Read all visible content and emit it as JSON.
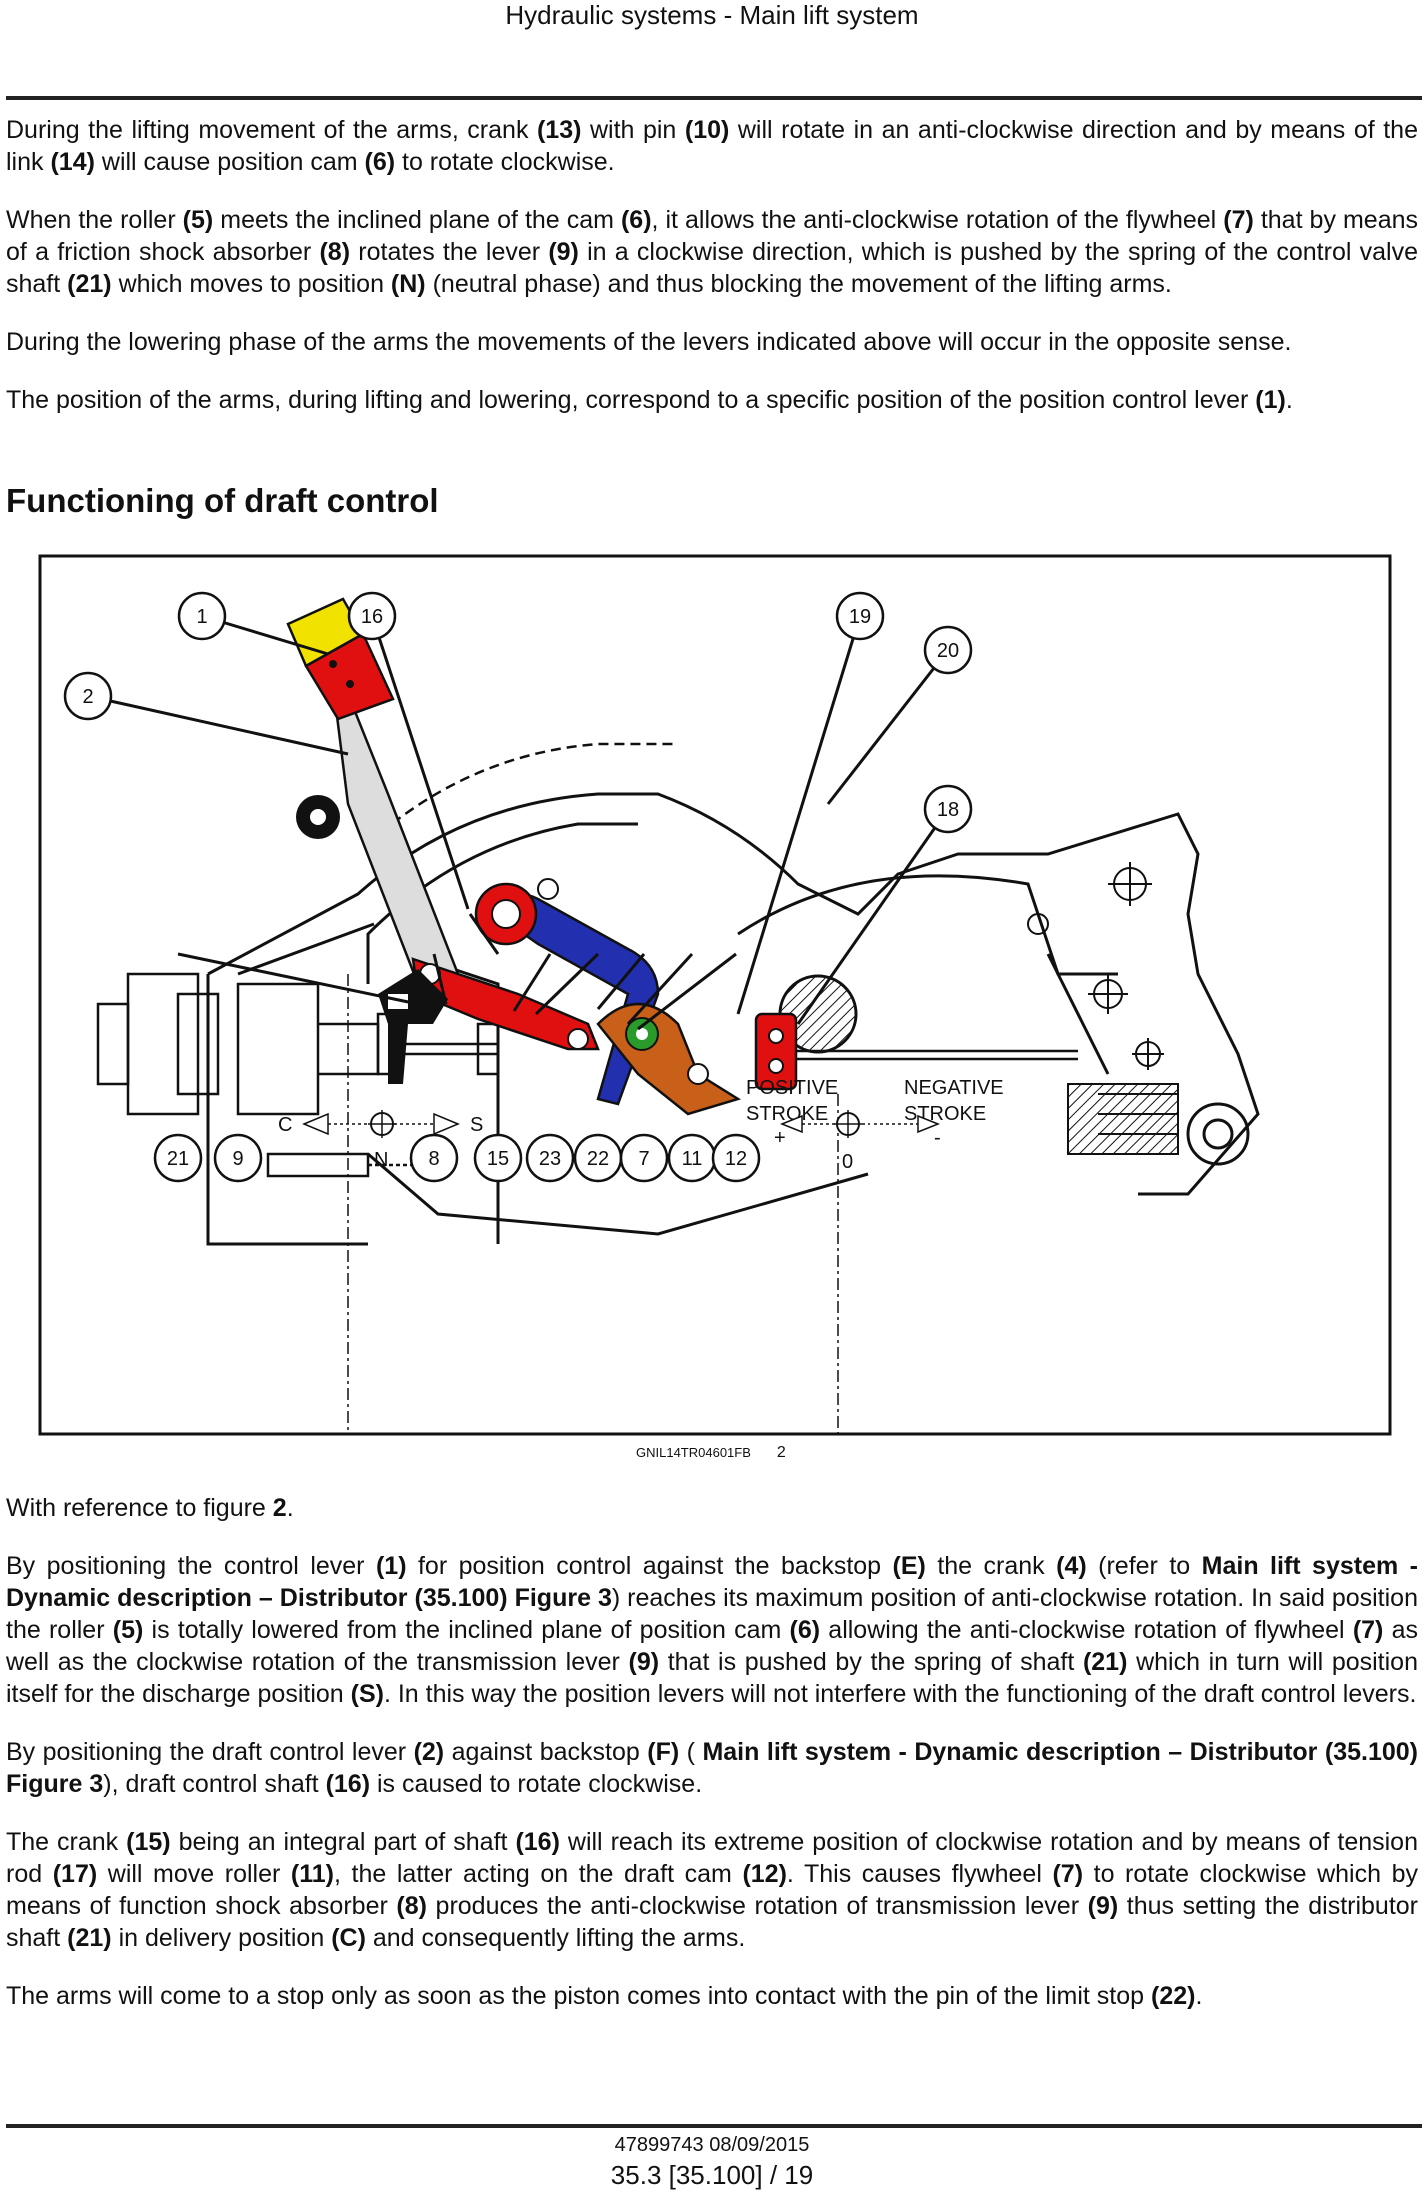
{
  "header": {
    "title": "Hydraulic systems - Main lift system"
  },
  "intro": {
    "p1": [
      {
        "t": "During the lifting movement of the arms, crank "
      },
      {
        "b": "(13)"
      },
      {
        "t": " with pin "
      },
      {
        "b": "(10)"
      },
      {
        "t": " will rotate in an anti-clockwise direction and by means of the link "
      },
      {
        "b": "(14)"
      },
      {
        "t": " will cause position cam "
      },
      {
        "b": "(6)"
      },
      {
        "t": " to rotate clockwise."
      }
    ],
    "p2": [
      {
        "t": "When the roller "
      },
      {
        "b": "(5)"
      },
      {
        "t": " meets the inclined plane of the cam "
      },
      {
        "b": "(6)"
      },
      {
        "t": ", it allows the anti-clockwise rotation of the flywheel "
      },
      {
        "b": "(7)"
      },
      {
        "t": " that by means of a friction shock absorber "
      },
      {
        "b": "(8)"
      },
      {
        "t": " rotates the lever "
      },
      {
        "b": "(9)"
      },
      {
        "t": " in a clockwise direction, which is pushed by the spring of the control valve shaft "
      },
      {
        "b": "(21)"
      },
      {
        "t": " which moves to position "
      },
      {
        "b": "(N)"
      },
      {
        "t": " (neutral phase) and thus blocking the movement of the lifting arms."
      }
    ],
    "p3": [
      {
        "t": "During the lowering phase of the arms the movements of the levers indicated above will occur in the opposite sense."
      }
    ],
    "p4": [
      {
        "t": "The position of the arms, during lifting and lowering, correspond to a specific position of the position control lever "
      },
      {
        "b": "(1)"
      },
      {
        "t": "."
      }
    ]
  },
  "section": {
    "title": "Functioning of draft control"
  },
  "figure": {
    "callouts": [
      "1",
      "16",
      "19",
      "20",
      "2",
      "18",
      "21",
      "9",
      "8",
      "15",
      "23",
      "22",
      "7",
      "11",
      "12"
    ],
    "left_scale": {
      "c": "C",
      "s": "S",
      "n": "N"
    },
    "right_scale": {
      "positive": "POSITIVE",
      "negative": "NEGATIVE",
      "stroke": "STROKE",
      "plus": "+",
      "minus": "-",
      "zero": "0"
    },
    "code": "GNIL14TR04601FB",
    "number": "2"
  },
  "body": {
    "p1": [
      {
        "t": "With reference to figure "
      },
      {
        "b": "2"
      },
      {
        "t": "."
      }
    ],
    "p2": [
      {
        "t": "By positioning the control lever "
      },
      {
        "b": "(1)"
      },
      {
        "t": " for position control against the backstop "
      },
      {
        "b": "(E)"
      },
      {
        "t": " the crank "
      },
      {
        "b": "(4)"
      },
      {
        "t": " (refer to "
      },
      {
        "b": "Main lift system - Dynamic description – Distributor (35.100) Figure 3"
      },
      {
        "t": ") reaches its maximum position of anti-clockwise rotation. In said position the roller "
      },
      {
        "b": "(5)"
      },
      {
        "t": " is totally lowered from the inclined plane of position cam "
      },
      {
        "b": "(6)"
      },
      {
        "t": " allowing the anti-clockwise rotation of flywheel "
      },
      {
        "b": "(7)"
      },
      {
        "t": " as well as the clockwise rotation of the transmission lever "
      },
      {
        "b": "(9)"
      },
      {
        "t": " that is pushed by the spring of shaft "
      },
      {
        "b": "(21)"
      },
      {
        "t": " which in turn will position itself for the discharge position "
      },
      {
        "b": "(S)"
      },
      {
        "t": ". In this way the position levers will not interfere with the functioning of the draft control levers."
      }
    ],
    "p3": [
      {
        "t": "By positioning the draft control lever "
      },
      {
        "b": "(2)"
      },
      {
        "t": " against backstop "
      },
      {
        "b": "(F)"
      },
      {
        "t": " ( "
      },
      {
        "b": "Main lift system - Dynamic description – Distributor (35.100) Figure 3"
      },
      {
        "t": "), draft control shaft "
      },
      {
        "b": "(16)"
      },
      {
        "t": " is caused to rotate clockwise."
      }
    ],
    "p4": [
      {
        "t": "The crank "
      },
      {
        "b": "(15)"
      },
      {
        "t": " being an integral part of shaft "
      },
      {
        "b": "(16)"
      },
      {
        "t": " will reach its extreme position of clockwise rotation and by means of tension rod "
      },
      {
        "b": "(17)"
      },
      {
        "t": " will move roller "
      },
      {
        "b": "(11)"
      },
      {
        "t": ", the latter acting on the draft cam "
      },
      {
        "b": "(12)"
      },
      {
        "t": ".  This causes flywheel "
      },
      {
        "b": "(7)"
      },
      {
        "t": " to rotate clockwise which by means of function shock absorber "
      },
      {
        "b": "(8)"
      },
      {
        "t": " produces the anti-clockwise rotation of transmission lever "
      },
      {
        "b": "(9)"
      },
      {
        "t": " thus setting the distributor shaft "
      },
      {
        "b": "(21)"
      },
      {
        "t": " in delivery position "
      },
      {
        "b": "(C)"
      },
      {
        "t": " and consequently lifting the arms."
      }
    ],
    "p5": [
      {
        "t": "The arms will come to a stop only as soon as the piston comes into contact with the pin of the limit stop "
      },
      {
        "b": "(22)"
      },
      {
        "t": "."
      }
    ]
  },
  "footer": {
    "doc": "47899743 08/09/2015",
    "page": "35.3 [35.100] / 19"
  }
}
